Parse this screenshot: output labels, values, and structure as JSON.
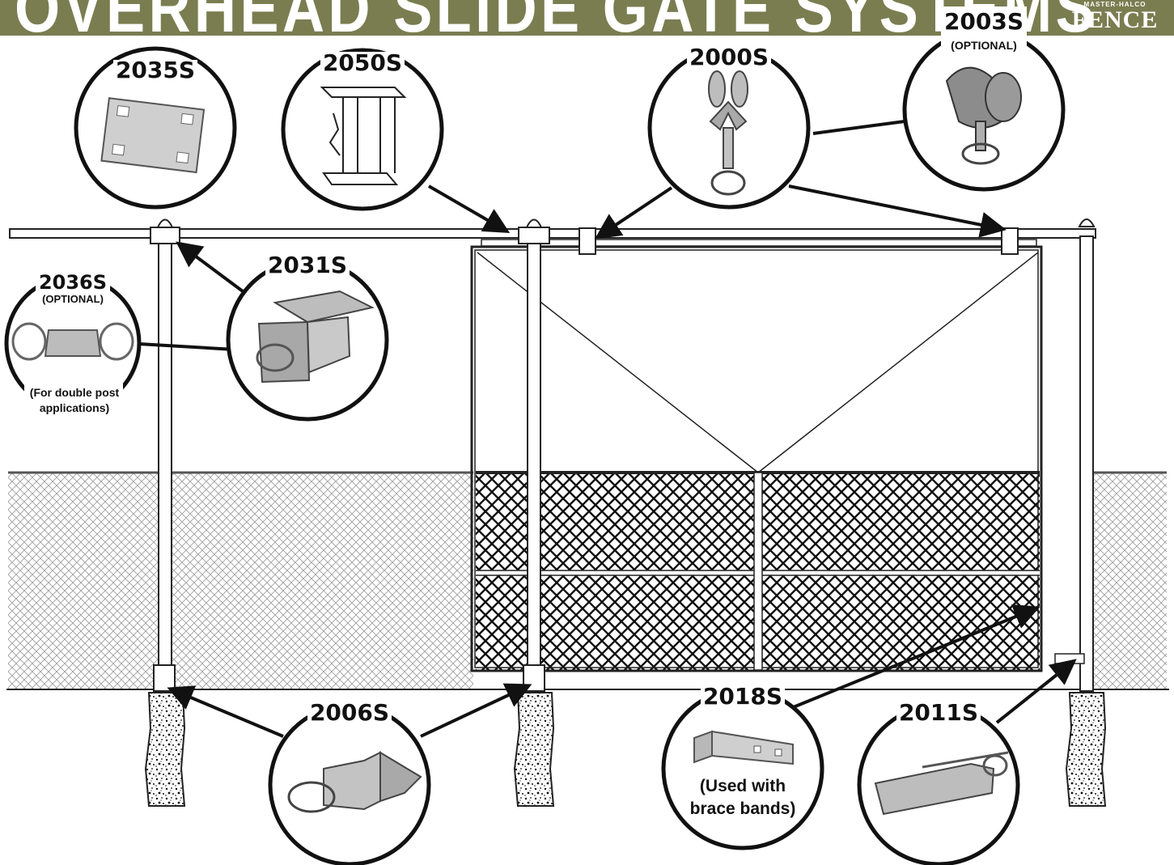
{
  "header": {
    "title": "OVERHEAD SLIDE GATE SYSTEMS",
    "brand_small": "MASTER-HALCO",
    "brand_main": "FENCE",
    "bar_color": "#7a7d50"
  },
  "parts": [
    {
      "code": "2035S",
      "icon": "mounting-plate-icon"
    },
    {
      "code": "2050S",
      "icon": "i-beam-track-icon"
    },
    {
      "code": "2000S",
      "icon": "truck-trolley-icon"
    },
    {
      "code": "2003S",
      "note": "(OPTIONAL)",
      "icon": "trolley-optional-icon"
    },
    {
      "code": "2031S",
      "icon": "track-bracket-icon"
    },
    {
      "code": "2036S",
      "note": "(OPTIONAL)",
      "icon": "double-post-bracket-icon",
      "caption_1": "(For double post",
      "caption_2": "applications)"
    },
    {
      "code": "2006S",
      "icon": "gate-guide-icon"
    },
    {
      "code": "2018S",
      "icon": "brace-band-bracket-icon",
      "caption_1": "(Used with",
      "caption_2": "brace bands)"
    },
    {
      "code": "2011S",
      "icon": "latch-icon"
    }
  ]
}
